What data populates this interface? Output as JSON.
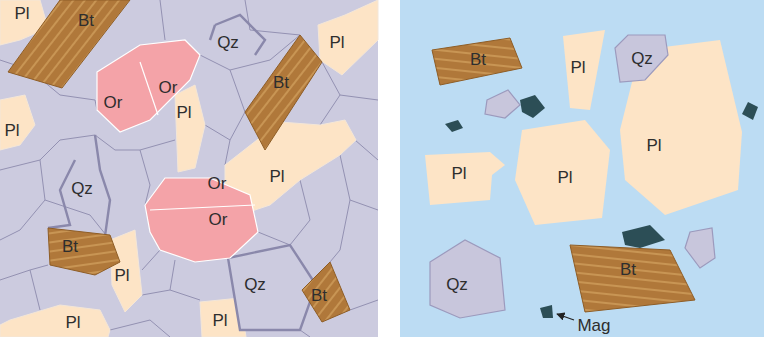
{
  "diagram": {
    "labels": [
      "Pl",
      "Bt",
      "Qz",
      "Pl",
      "Or",
      "Or",
      "Pl",
      "Bt",
      "Pl",
      "Qz",
      "Pl",
      "Or",
      "Or",
      "Bt",
      "Pl",
      "Qz",
      "Bt",
      "Pl",
      "Pl",
      "Bt",
      "Pl",
      "Qz",
      "Pl",
      "Pl",
      "Pl",
      "Qz",
      "Bt",
      "Mag"
    ]
  }
}
